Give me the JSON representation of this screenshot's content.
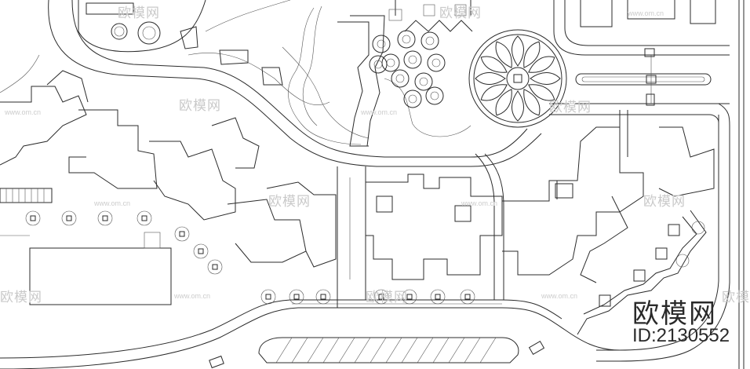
{
  "watermark": {
    "brand_text": "欧模网",
    "url_text": "www.om.cn",
    "mark_text": "欧模网",
    "id_text": "ID:2130552"
  },
  "colors": {
    "line": "#2b2b2b",
    "background": "#ffffff",
    "watermark": "#c9c9c9"
  }
}
